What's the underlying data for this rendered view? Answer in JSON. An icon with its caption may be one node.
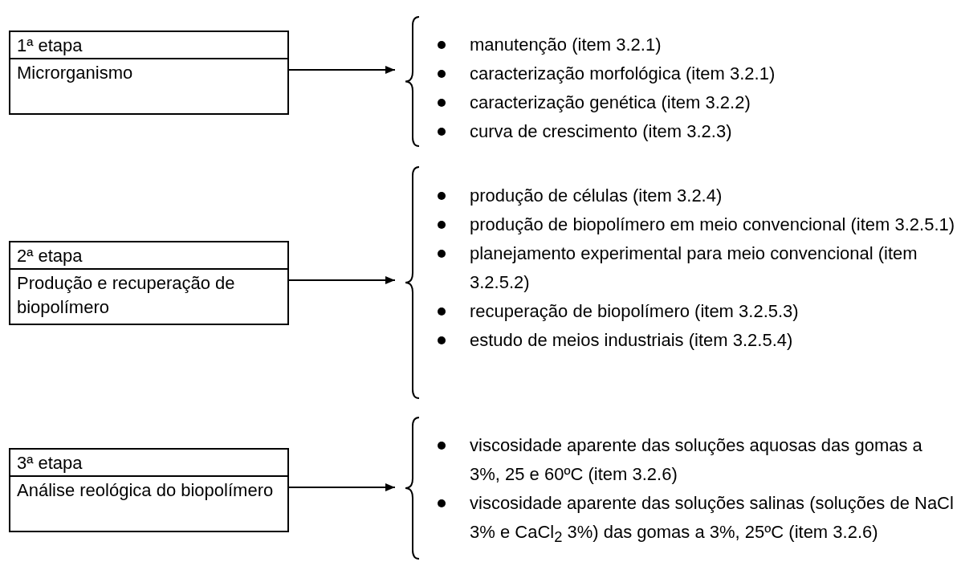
{
  "diagram": {
    "nodes": [
      {
        "text": [
          "1ª etapa",
          "Microrganismo"
        ]
      },
      {
        "text": [
          "manutenção (item 3.2.1)",
          "caracterização morfológica (item 3.2.1)",
          "caracterização genética (item 3.2.2)",
          "curva de crescimento (item 3.2.3)"
        ]
      },
      {
        "text": [
          "2ª etapa",
          "Produção e recuperação de biopolímero"
        ]
      },
      {
        "text": [
          "produção de células (item 3.2.4)",
          "produção de biopolímero em meio convencional (item 3.2.5.1)",
          "planejamento experimental para meio convencional (item 3.2.5.2)",
          "recuperação de biopolímero (item 3.2.5.3)",
          "estudo de meios industriais (item 3.2.5.4)"
        ]
      },
      {
        "text": [
          "3ª etapa",
          "Análise reológica do biopolímero"
        ]
      },
      {
        "text": [
          "viscosidade aparente das soluções aquosas das gomas a 3%, 25 e 60ºC (item 3.2.6)",
          "viscosidade aparente das soluções salinas (soluções de NaCl 3% e CaCl$_{2}$ 3%) das gomas a 3%, 25ºC (item 3.2.6)"
        ]
      }
    ],
    "edges": [
      {
        "from": 0,
        "to": 1,
        "arrow": "to"
      },
      {
        "from": 2,
        "to": 3,
        "arrow": "to"
      },
      {
        "from": 4,
        "to": 5,
        "arrow": "to"
      }
    ]
  }
}
